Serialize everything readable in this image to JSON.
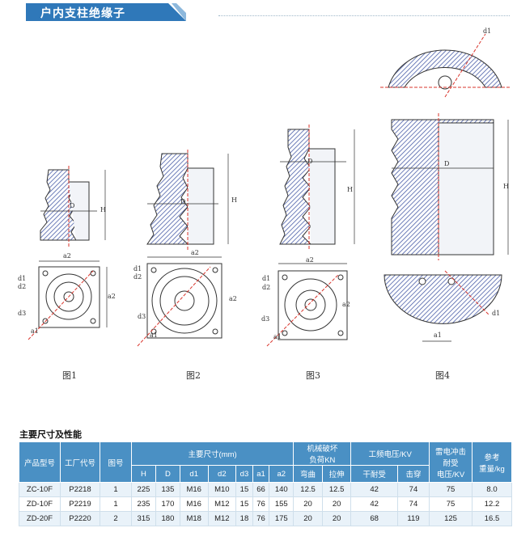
{
  "header": {
    "title": "户内支柱绝缘子"
  },
  "figures": [
    {
      "label": "图1",
      "dims": [
        "H",
        "D",
        "a2",
        "a2",
        "d1",
        "d2",
        "d3",
        "a1"
      ]
    },
    {
      "label": "图2",
      "dims": [
        "H",
        "D",
        "a2",
        "a2",
        "d1",
        "d2",
        "d3",
        "a1"
      ]
    },
    {
      "label": "图3",
      "dims": [
        "H",
        "D",
        "a2",
        "a2",
        "d1",
        "d2",
        "d3",
        "a1"
      ]
    },
    {
      "label": "图4",
      "dims": [
        "d1",
        "H",
        "D",
        "d1",
        "a1"
      ]
    }
  ],
  "section_title": "主要尺寸及性能",
  "table": {
    "headers": {
      "model": "产品型号",
      "factory_code": "工厂代号",
      "figure_no": "图号",
      "main_dims": "主要尺寸(mm)",
      "mech_line1": "机械破坏",
      "mech_line2": "负荷KN",
      "power_freq": "工频电压/KV",
      "lightning_line1": "雷电冲击",
      "lightning_line2": "耐受",
      "lightning_line3": "电压/KV",
      "weight_line1": "参考",
      "weight_line2": "重量/kg",
      "dims": [
        "H",
        "D",
        "d1",
        "d2",
        "d3",
        "a1",
        "a2"
      ],
      "mech_sub": [
        "弯曲",
        "拉伸"
      ],
      "freq_sub": [
        "干耐受",
        "击穿"
      ]
    },
    "rows": [
      [
        "ZC-10F",
        "P2218",
        "1",
        "225",
        "135",
        "M16",
        "M10",
        "15",
        "66",
        "140",
        "12.5",
        "12.5",
        "42",
        "74",
        "75",
        "8.0"
      ],
      [
        "ZD-10F",
        "P2219",
        "1",
        "235",
        "170",
        "M16",
        "M12",
        "15",
        "76",
        "155",
        "20",
        "20",
        "42",
        "74",
        "75",
        "12.2"
      ],
      [
        "ZD-20F",
        "P2220",
        "2",
        "315",
        "180",
        "M18",
        "M12",
        "18",
        "76",
        "175",
        "20",
        "20",
        "68",
        "119",
        "125",
        "16.5"
      ]
    ]
  },
  "colors": {
    "banner": "#2f78b9",
    "table_header": "#4a90c4",
    "row_alt": "#e9f2f9",
    "hatch": "#4a5ea8",
    "dim_line": "#d9342b"
  }
}
